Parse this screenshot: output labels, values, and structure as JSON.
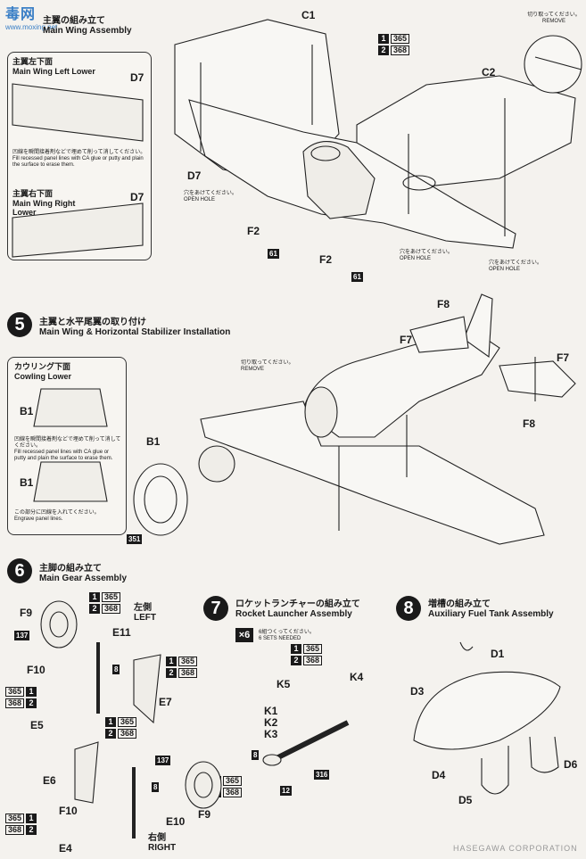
{
  "watermark": {
    "text": "毒网",
    "url": "www.moxing.net"
  },
  "paint_codes": {
    "one": "365",
    "two": "368"
  },
  "paint_badges": {
    "one": "1",
    "two": "2"
  },
  "step4": {
    "title_jp": "主翼の組み立て",
    "title_en": "Main Wing Assembly",
    "inset_left_lower_jp": "主翼左下面",
    "inset_left_lower_en": "Main Wing Left Lower",
    "inset_right_lower_jp": "主翼右下面",
    "inset_right_lower_en": "Main Wing Right Lower",
    "fill_note_jp": "凹線を瞬間接着剤などで埋めて削って消してください。",
    "fill_note_en": "Fill recessed panel lines with CA glue or putty and plain the surface to erase them.",
    "cut_jp": "切り取ってください。",
    "cut_en": "REMOVE",
    "hole_jp": "穴をあけてください。",
    "hole_en": "OPEN HOLE",
    "parts": {
      "c1": "C1",
      "c2": "C2",
      "d7": "D7",
      "f2": "F2",
      "badge61": "61"
    }
  },
  "step5": {
    "number": "5",
    "title_jp": "主翼と水平尾翼の取り付け",
    "title_en": "Main Wing & Horizontal Stabilizer Installation",
    "inset_jp": "カウリング下面",
    "inset_en": "Cowling Lower",
    "fill_note_jp": "凹線を瞬間接着剤などで埋めて削って消してください。",
    "fill_note_en": "Fill recessed panel lines with CA glue or putty and plain the surface to erase them.",
    "engrave_jp": "この部分に凹線を入れてください。",
    "engrave_en": "Engrave panel lines.",
    "cut_jp": "切り取ってください。",
    "cut_en": "REMOVE",
    "parts": {
      "b1": "B1",
      "f7": "F7",
      "f8": "F8",
      "badge351": "351"
    }
  },
  "step6": {
    "number": "6",
    "title_jp": "主脚の組み立て",
    "title_en": "Main Gear Assembly",
    "left_jp": "左側",
    "left_en": "LEFT",
    "right_jp": "右側",
    "right_en": "RIGHT",
    "parts": {
      "f9": "F9",
      "e11": "E11",
      "f10": "F10",
      "e7": "E7",
      "e5": "E5",
      "e6": "E6",
      "e10": "E10",
      "e4": "E4",
      "badge137": "137",
      "badge8": "8"
    }
  },
  "step7": {
    "number": "7",
    "title_jp": "ロケットランチャーの組み立て",
    "title_en": "Rocket Launcher Assembly",
    "multiplier": "×6",
    "sets_jp": "6組つくってください。",
    "sets_en": "6 SETS NEEDED",
    "parts": {
      "k5": "K5",
      "k4": "K4",
      "k1": "K1",
      "k2": "K2",
      "k3": "K3",
      "badge8": "8",
      "badge12": "12",
      "badge316": "316"
    }
  },
  "step8": {
    "number": "8",
    "title_jp": "増槽の組み立て",
    "title_en": "Auxiliary Fuel Tank Assembly",
    "parts": {
      "d1": "D1",
      "d3": "D3",
      "d4": "D4",
      "d5": "D5",
      "d6": "D6"
    }
  },
  "footer": {
    "text": "HASEGAWA CORPORATION"
  }
}
